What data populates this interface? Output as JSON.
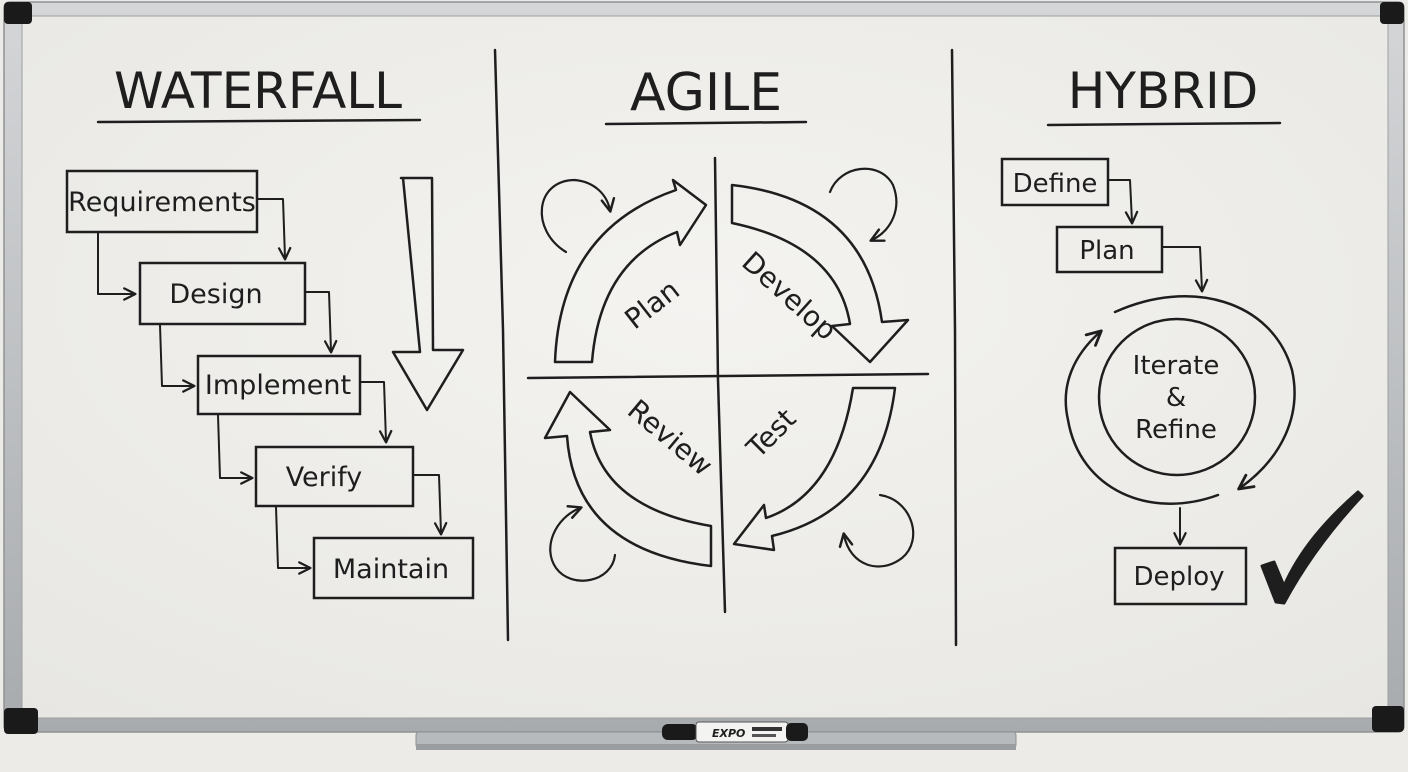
{
  "columns": {
    "waterfall": {
      "title": "WATERFALL",
      "steps": [
        "Requirements",
        "Design",
        "Implement",
        "Verify",
        "Maintain"
      ]
    },
    "agile": {
      "title": "AGILE",
      "phases": [
        "Plan",
        "Develop",
        "Test",
        "Review"
      ]
    },
    "hybrid": {
      "title": "HYBRID",
      "steps": [
        "Define",
        "Plan"
      ],
      "loop_lines": [
        "Iterate",
        "&",
        "Refine"
      ],
      "final": "Deploy"
    }
  },
  "marker": {
    "brand": "EXPO"
  },
  "colors": {
    "ink": "#1e1e1e",
    "board": "#f1f0ed",
    "frame": "#b9bcbf",
    "corner": "#1a1a1a"
  }
}
